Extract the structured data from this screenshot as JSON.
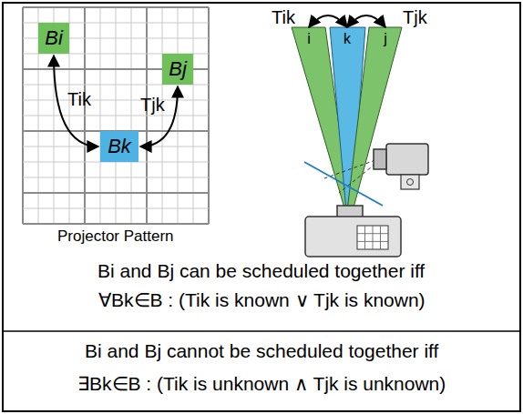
{
  "diagram": {
    "nodes": [
      {
        "text": [
          "Bi"
        ]
      },
      {
        "text": [
          "Bj"
        ]
      },
      {
        "text": [
          "Bk"
        ]
      },
      {
        "text": [
          "i"
        ]
      },
      {
        "text": [
          "k"
        ]
      },
      {
        "text": [
          "j"
        ]
      }
    ],
    "edges": [
      {
        "from": 0,
        "to": 2,
        "label": "Tik",
        "arrow": "both"
      },
      {
        "from": 1,
        "to": 2,
        "label": "Tjk",
        "arrow": "both"
      },
      {
        "from": 3,
        "to": 4,
        "label": "Tik",
        "arrow": "both"
      },
      {
        "from": 5,
        "to": 4,
        "label": "Tjk",
        "arrow": "both"
      }
    ],
    "labels": [
      "Projector Pattern",
      "Bi and Bj can be scheduled together iff",
      "∀Bk∈B : (Tik is known ∨ Tjk is known)",
      "Bi and Bj cannot be scheduled together iff",
      "∃Bk∈B : (Tik is unknown ∧ Tjk is unknown)"
    ]
  }
}
